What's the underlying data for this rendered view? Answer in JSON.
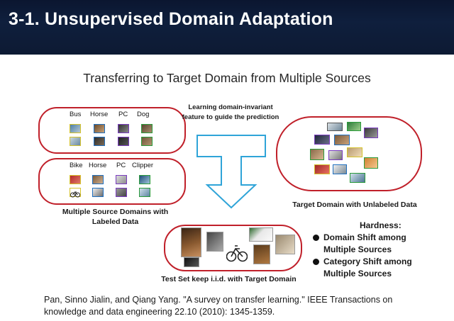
{
  "header": {
    "title": "3-1. Unsupervised Domain Adaptation"
  },
  "slide": {
    "subtitle": "Transferring to Target Domain from Multiple Sources",
    "source1_categories": [
      "Bus",
      "Horse",
      "PC",
      "Dog"
    ],
    "source2_categories": [
      "Bike",
      "Horse",
      "PC",
      "Clipper"
    ],
    "sources_label": "Multiple Source Domains with Labeled Data",
    "arrow_text": "Learning domain-invariant feature to guide the prediction",
    "target_label": "Target Domain with Unlabeled Data",
    "test_label": "Test Set keep i.i.d. with Target Domain",
    "hardness": {
      "title": "Hardness:",
      "items": [
        "Domain Shift among Multiple Sources",
        "Category Shift among Multiple Sources"
      ]
    },
    "reference": "Pan, Sinno Jialin, and Qiang Yang. \"A survey on transfer learning.\" IEEE Transactions on knowledge and data engineering 22.10 (2010): 1345-1359."
  },
  "colors": {
    "header_bg": "#0f1f3d",
    "pill_border": "#c0202a",
    "arrow": "#2fa4d8"
  }
}
